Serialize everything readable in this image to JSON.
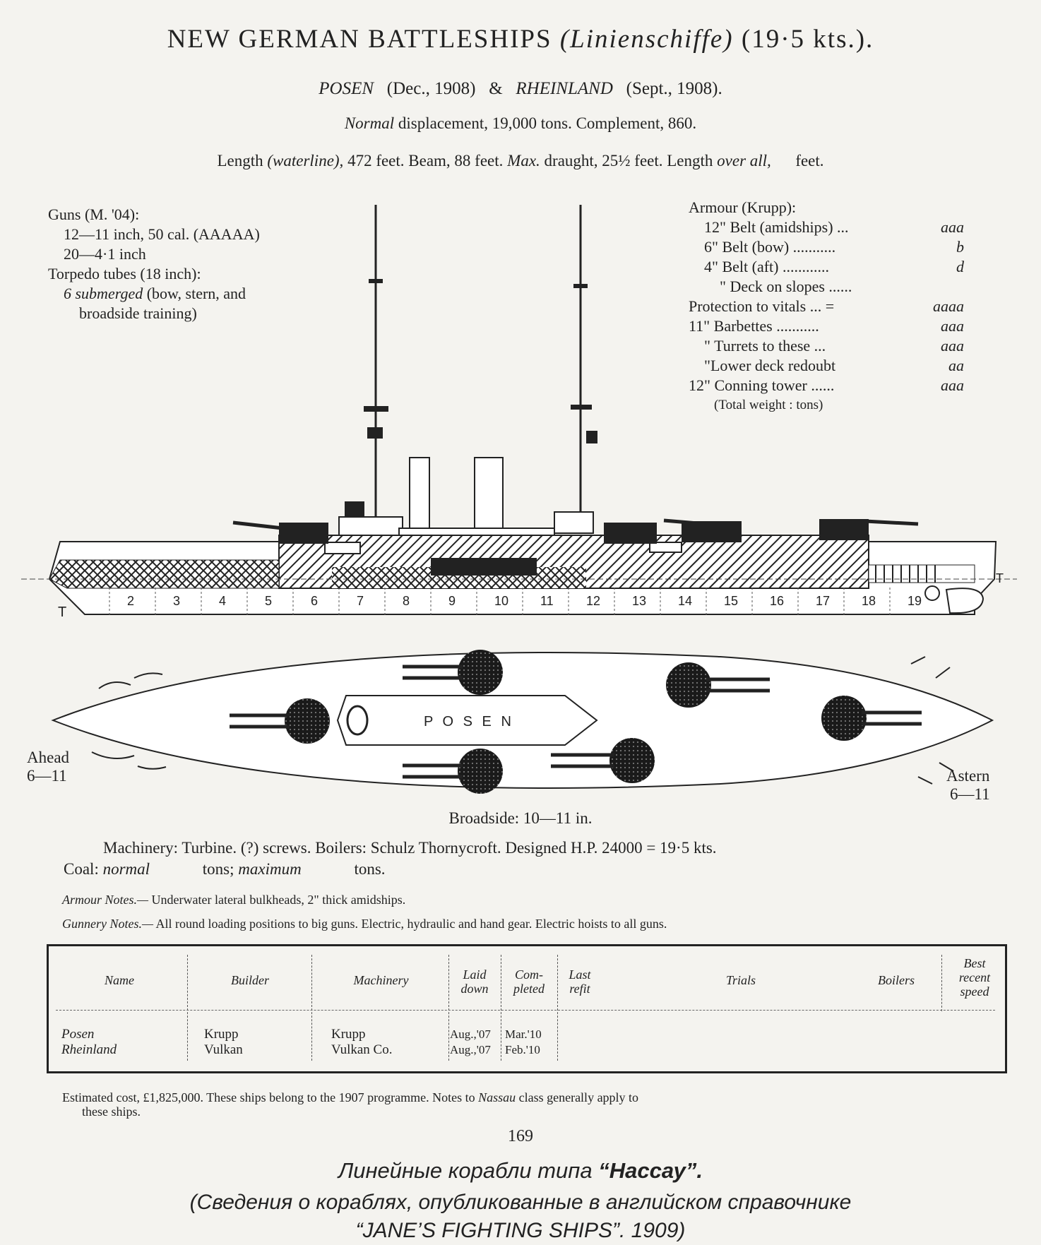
{
  "header": {
    "title_main": "NEW  GERMAN  BATTLESHIPS",
    "title_paren": "(Linienschiffe)",
    "title_speed": "(19·5  kts.).",
    "ship1": "POSEN",
    "ship1_date": "(Dec., 1908)",
    "amp": "&",
    "ship2": "RHEINLAND",
    "ship2_date": "(Sept., 1908).",
    "displacement_label": "Normal",
    "displacement_text": "displacement, 19,000 tons.  Complement, 860.",
    "length_wl_label": "Length",
    "length_wl_italic": "(waterline),",
    "length_wl_value": "472 feet.  Beam, 88 feet.",
    "draught_label": "Max.",
    "draught_text": "draught, 25½ feet.  Length",
    "overall_label": "over all,",
    "overall_text": "feet."
  },
  "guns": {
    "title": "Guns (M. '04):",
    "line1": "12—11 inch, 50 cal. (AAAAA)",
    "line2": "20—4·1 inch",
    "torpedo": "Torpedo tubes (18 inch):",
    "sub_italic": "6 submerged",
    "sub_text": "(bow, stern, and",
    "sub_line2": "broadside training)"
  },
  "armour": {
    "title": "Armour (Krupp):",
    "rows": [
      {
        "label": "12\" Belt (amidships) ...",
        "grade": "aaa",
        "cls": "indent1"
      },
      {
        "label": "6\" Belt (bow) ...........",
        "grade": "b",
        "cls": "indent1"
      },
      {
        "label": "4\" Belt (aft) ............",
        "grade": "d",
        "cls": "indent1"
      },
      {
        "label": "\" Deck on slopes ......",
        "grade": "",
        "cls": "indent2"
      },
      {
        "label": "Protection to vitals ... =",
        "grade": "aaaa",
        "cls": ""
      },
      {
        "label": "11\" Barbettes ...........",
        "grade": "aaa",
        "cls": ""
      },
      {
        "label": "\" Turrets to these ...",
        "grade": "aaa",
        "cls": "indent1"
      },
      {
        "label": "\"Lower deck redoubt",
        "grade": "aa",
        "cls": "indent1"
      },
      {
        "label": "12\" Conning tower ......",
        "grade": "aaa",
        "cls": ""
      }
    ],
    "total": "(Total weight :       tons)"
  },
  "drawing": {
    "name_on_deck": "P O S E N",
    "ahead": "Ahead",
    "ahead_guns": "6—11",
    "astern": "Astern",
    "astern_guns": "6—11",
    "frames": [
      "2",
      "3",
      "4",
      "5",
      "6",
      "7",
      "8",
      "9",
      "10",
      "11",
      "12",
      "13",
      "14",
      "15",
      "16",
      "17",
      "18",
      "19"
    ],
    "t_mark": "T"
  },
  "broadside": "Broadside:  10—11 in.",
  "machinery": {
    "line1": "Machinery: Turbine.  (?) screws.  Boilers: Schulz Thornycroft.  Designed H.P. 24000 = 19·5 kts.",
    "coal_label": "Coal:",
    "normal": "normal",
    "tons1": "tons;",
    "maximum": "maximum",
    "tons2": "tons."
  },
  "notes": {
    "armour_label": "Armour Notes.—",
    "armour_text": "Underwater lateral bulkheads, 2\" thick amidships.",
    "gunnery_label": "Gunnery Notes.—",
    "gunnery_text": "All round loading positions to big guns.  Electric, hydraulic and hand gear.  Electric hoists to all guns."
  },
  "table": {
    "headers": {
      "name": "Name",
      "builder": "Builder",
      "machinery": "Machinery",
      "laid1": "Laid",
      "laid2": "down",
      "comp1": "Com-",
      "comp2": "pleted",
      "refit1": "Last",
      "refit2": "refit",
      "trials": "Trials",
      "boilers": "Boilers",
      "best1": "Best",
      "best2": "recent",
      "best3": "speed"
    },
    "rows": [
      {
        "name": "Posen",
        "builder": "Krupp",
        "machinery": "Krupp",
        "laid": "Aug.,'07",
        "completed": "Mar.'10"
      },
      {
        "name": "Rheinland",
        "builder": "Vulkan",
        "machinery": "Vulkan Co.",
        "laid": "Aug.,'07",
        "completed": "Feb.'10"
      }
    ]
  },
  "cost": {
    "text": "Estimated cost, £1,825,000.  These ships belong to the 1907 programme.  Notes to",
    "nassau": "Nassau",
    "text2": "class generally apply to",
    "line2": "these ships."
  },
  "page_number": "169",
  "russian": {
    "line1_a": "Линейные корабли типа",
    "line1_b": "“Нассау”.",
    "line2": "(Сведения о кораблях, опубликованные в английском справочнике",
    "line3": "“JANE’S FIGHTING SHIPS”. 1909)"
  }
}
